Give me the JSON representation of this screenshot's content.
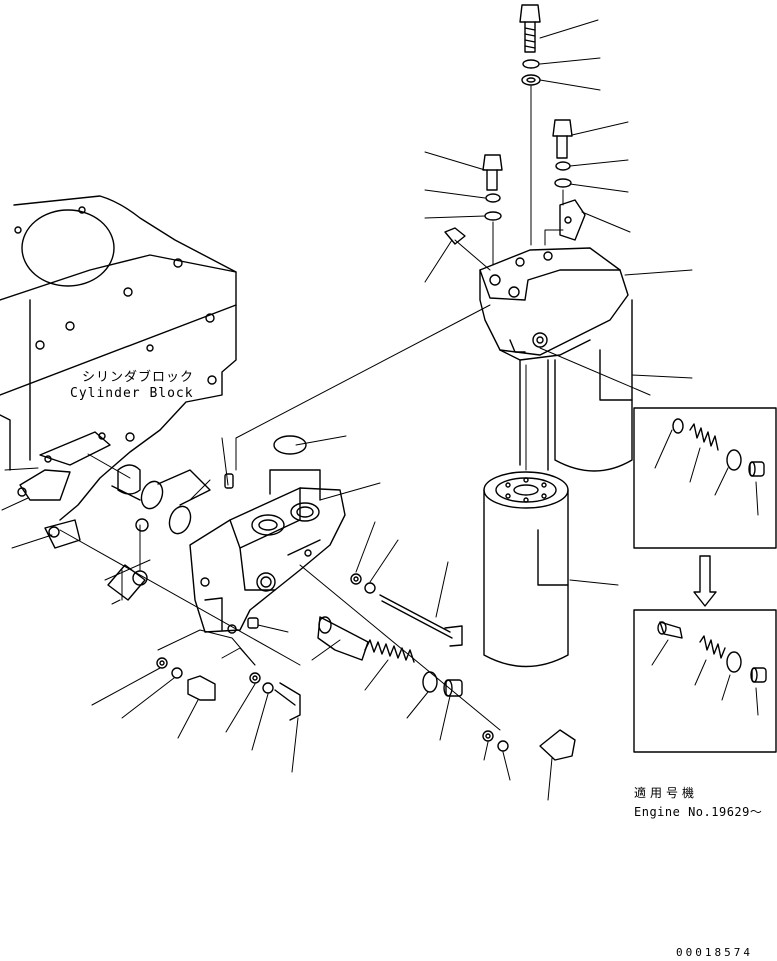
{
  "labels": {
    "cylinder_block_jp": "シリンダブロック",
    "cylinder_block_en": "Cylinder Block",
    "applicable_model_jp": "適用号機",
    "engine_number": "Engine No.19629～",
    "drawing_number": "00018574"
  },
  "colors": {
    "line": "#000000",
    "background": "#ffffff"
  }
}
